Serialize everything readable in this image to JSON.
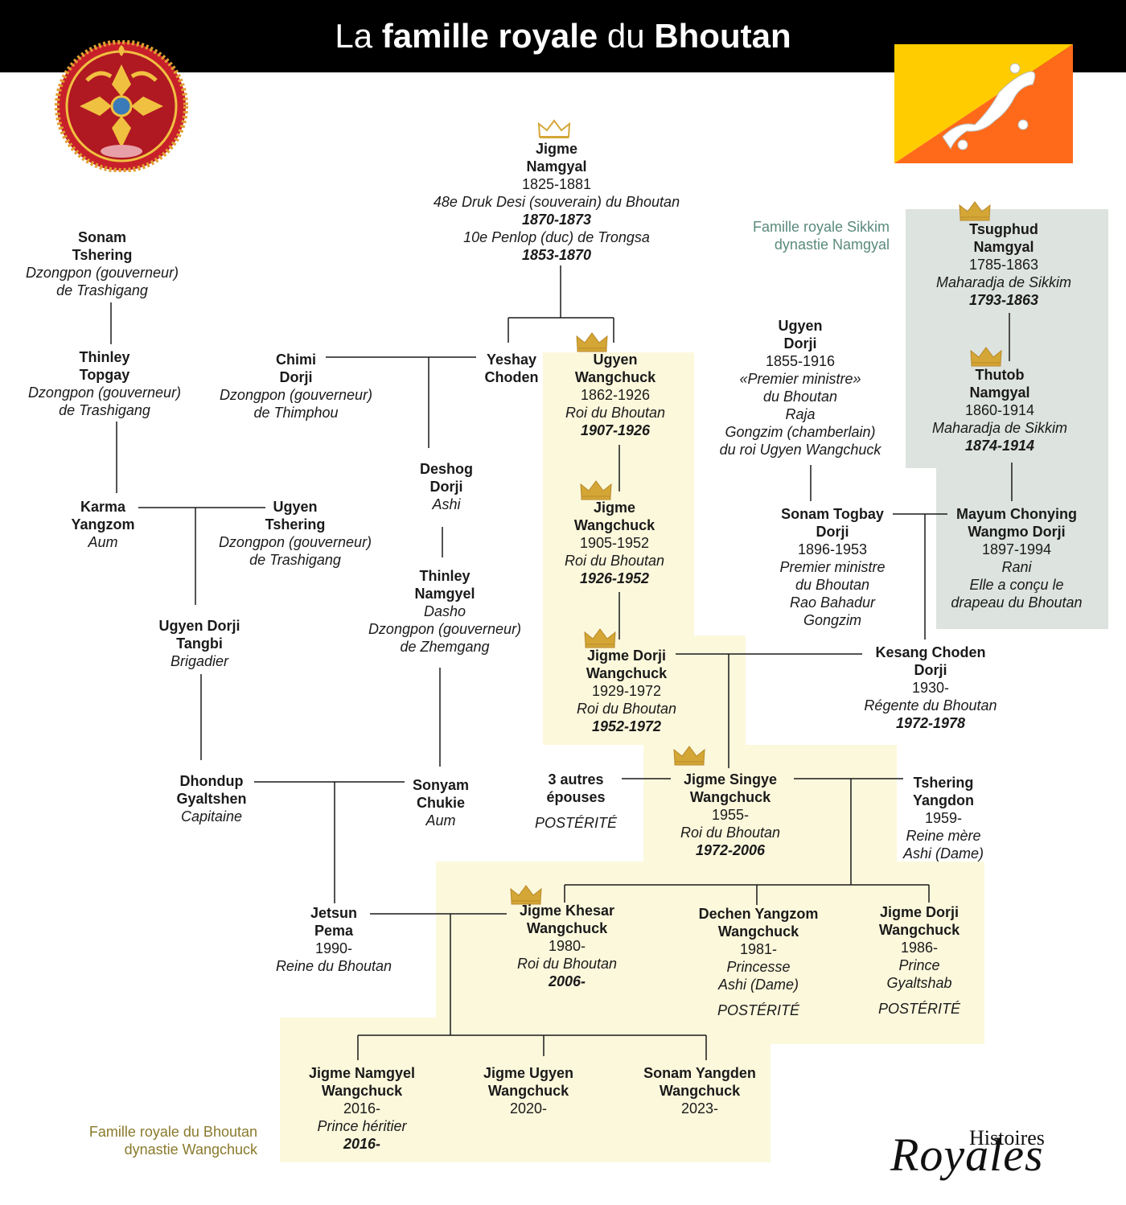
{
  "title": {
    "pre": "La ",
    "b1": "famille royale",
    "mid": " du ",
    "b2": "Bhoutan"
  },
  "legend": {
    "sikkim": [
      "Famille royale Sikkim",
      "dynastie Namgyal"
    ],
    "bhutan": [
      "Famille royale du Bhoutan",
      "dynastie Wangchuck"
    ]
  },
  "logo": {
    "top": "Histoires",
    "bottom": "Royales"
  },
  "colors": {
    "bhutan_zone": "#fcf8dc",
    "sikkim_zone": "#dde3df",
    "crown": "#d4a635",
    "flag_yellow": "#ffcc00",
    "flag_orange": "#ff6a1a"
  },
  "persons": [
    {
      "id": "jigme-namgyal",
      "crown": true,
      "lines": [
        [
          "b",
          "Jigme"
        ],
        [
          "b",
          "Namgyal"
        ],
        [
          "n",
          "1825-1881"
        ],
        [
          "i",
          "48e Druk Desi (souverain) du Bhoutan"
        ],
        [
          "ib",
          "1870-1873"
        ],
        [
          "i",
          "10e Penlop (duc) de Trongsa"
        ],
        [
          "ib",
          "1853-1870"
        ]
      ]
    },
    {
      "id": "sonam-tshering",
      "lines": [
        [
          "b",
          "Sonam"
        ],
        [
          "b",
          "Tshering"
        ],
        [
          "i",
          "Dzongpon (gouverneur)"
        ],
        [
          "i",
          "de Trashigang"
        ]
      ]
    },
    {
      "id": "thinley-topgay",
      "lines": [
        [
          "b",
          "Thinley"
        ],
        [
          "b",
          "Topgay"
        ],
        [
          "i",
          "Dzongpon (gouverneur)"
        ],
        [
          "i",
          "de Trashigang"
        ]
      ]
    },
    {
      "id": "chimi-dorji",
      "lines": [
        [
          "b",
          "Chimi"
        ],
        [
          "b",
          "Dorji"
        ],
        [
          "i",
          "Dzongpon (gouverneur)"
        ],
        [
          "i",
          "de Thimphou"
        ]
      ]
    },
    {
      "id": "yeshay-choden",
      "lines": [
        [
          "b",
          "Yeshay"
        ],
        [
          "b",
          "Choden"
        ]
      ]
    },
    {
      "id": "ugyen-wangchuck",
      "crown": true,
      "lines": [
        [
          "b",
          "Ugyen"
        ],
        [
          "b",
          "Wangchuck"
        ],
        [
          "n",
          "1862-1926"
        ],
        [
          "i",
          "Roi du Bhoutan"
        ],
        [
          "ib",
          "1907-1926"
        ]
      ]
    },
    {
      "id": "ugyen-dorji",
      "lines": [
        [
          "b",
          "Ugyen"
        ],
        [
          "b",
          "Dorji"
        ],
        [
          "n",
          "1855-1916"
        ],
        [
          "i",
          "«Premier ministre»"
        ],
        [
          "i",
          "du Bhoutan"
        ],
        [
          "i",
          "Raja"
        ],
        [
          "i",
          "Gongzim (chamberlain)"
        ],
        [
          "i",
          "du roi Ugyen Wangchuck"
        ]
      ]
    },
    {
      "id": "tsugphud-namgyal",
      "crown": true,
      "lines": [
        [
          "b",
          "Tsugphud"
        ],
        [
          "b",
          "Namgyal"
        ],
        [
          "n",
          "1785-1863"
        ],
        [
          "i",
          "Maharadja de Sikkim"
        ],
        [
          "ib",
          "1793-1863"
        ]
      ]
    },
    {
      "id": "thutob-namgyal",
      "crown": true,
      "lines": [
        [
          "b",
          "Thutob"
        ],
        [
          "b",
          "Namgyal"
        ],
        [
          "n",
          "1860-1914"
        ],
        [
          "i",
          "Maharadja de Sikkim"
        ],
        [
          "ib",
          "1874-1914"
        ]
      ]
    },
    {
      "id": "deshog-dorji",
      "lines": [
        [
          "b",
          "Deshog"
        ],
        [
          "b",
          "Dorji"
        ],
        [
          "i",
          "Ashi"
        ]
      ]
    },
    {
      "id": "karma-yangzom",
      "lines": [
        [
          "b",
          "Karma"
        ],
        [
          "b",
          "Yangzom"
        ],
        [
          "i",
          "Aum"
        ]
      ]
    },
    {
      "id": "ugyen-tshering",
      "lines": [
        [
          "b",
          "Ugyen"
        ],
        [
          "b",
          "Tshering"
        ],
        [
          "i",
          "Dzongpon (gouverneur)"
        ],
        [
          "i",
          "de Trashigang"
        ]
      ]
    },
    {
      "id": "jigme-wangchuck",
      "crown": true,
      "lines": [
        [
          "b",
          "Jigme"
        ],
        [
          "b",
          "Wangchuck"
        ],
        [
          "n",
          "1905-1952"
        ],
        [
          "i",
          "Roi du Bhoutan"
        ],
        [
          "ib",
          "1926-1952"
        ]
      ]
    },
    {
      "id": "sonam-togbay-dorji",
      "lines": [
        [
          "b",
          "Sonam Togbay"
        ],
        [
          "b",
          "Dorji"
        ],
        [
          "n",
          "1896-1953"
        ],
        [
          "i",
          "Premier ministre"
        ],
        [
          "i",
          "du Bhoutan"
        ],
        [
          "i",
          "Rao Bahadur"
        ],
        [
          "i",
          "Gongzim"
        ]
      ]
    },
    {
      "id": "mayum-chonying",
      "lines": [
        [
          "b",
          "Mayum Chonying"
        ],
        [
          "b",
          "Wangmo Dorji"
        ],
        [
          "n",
          "1897-1994"
        ],
        [
          "i",
          "Rani"
        ],
        [
          "i",
          "Elle a conçu le"
        ],
        [
          "i",
          "drapeau du Bhoutan"
        ]
      ]
    },
    {
      "id": "thinley-namgyel",
      "lines": [
        [
          "b",
          "Thinley"
        ],
        [
          "b",
          "Namgyel"
        ],
        [
          "i",
          "Dasho"
        ],
        [
          "i",
          "Dzongpon (gouverneur)"
        ],
        [
          "i",
          "de Zhemgang"
        ]
      ]
    },
    {
      "id": "ugyen-dorji-tangbi",
      "lines": [
        [
          "b",
          "Ugyen Dorji"
        ],
        [
          "b",
          "Tangbi"
        ],
        [
          "i",
          "Brigadier"
        ]
      ]
    },
    {
      "id": "jigme-dorji-wangchuck",
      "crown": true,
      "lines": [
        [
          "b",
          "Jigme Dorji"
        ],
        [
          "b",
          "Wangchuck"
        ],
        [
          "n",
          "1929-1972"
        ],
        [
          "i",
          "Roi du Bhoutan"
        ],
        [
          "ib",
          "1952-1972"
        ]
      ]
    },
    {
      "id": "kesang-choden-dorji",
      "lines": [
        [
          "b",
          "Kesang Choden"
        ],
        [
          "b",
          "Dorji"
        ],
        [
          "n",
          "1930-"
        ],
        [
          "i",
          "Régente du Bhoutan"
        ],
        [
          "ib",
          "1972-1978"
        ]
      ]
    },
    {
      "id": "dhondup-gyaltshen",
      "lines": [
        [
          "b",
          "Dhondup"
        ],
        [
          "b",
          "Gyaltshen"
        ],
        [
          "i",
          "Capitaine"
        ]
      ]
    },
    {
      "id": "sonyam-chukie",
      "lines": [
        [
          "b",
          "Sonyam"
        ],
        [
          "b",
          "Chukie"
        ],
        [
          "i",
          "Aum"
        ]
      ]
    },
    {
      "id": "trois-autres-epouses",
      "lines": [
        [
          "b",
          "3 autres"
        ],
        [
          "b",
          "épouses"
        ],
        [
          "i",
          ""
        ],
        [
          "i",
          "POSTÉRITÉ"
        ]
      ]
    },
    {
      "id": "jigme-singye-wangchuck",
      "crown": true,
      "lines": [
        [
          "b",
          "Jigme Singye"
        ],
        [
          "b",
          "Wangchuck"
        ],
        [
          "n",
          "1955-"
        ],
        [
          "i",
          "Roi du Bhoutan"
        ],
        [
          "ib",
          "1972-2006"
        ]
      ]
    },
    {
      "id": "tshering-yangdon",
      "lines": [
        [
          "b",
          "Tshering"
        ],
        [
          "b",
          "Yangdon"
        ],
        [
          "n",
          "1959-"
        ],
        [
          "i",
          "Reine mère"
        ],
        [
          "i",
          "Ashi (Dame)"
        ]
      ]
    },
    {
      "id": "jetsun-pema",
      "lines": [
        [
          "b",
          "Jetsun"
        ],
        [
          "b",
          "Pema"
        ],
        [
          "n",
          "1990-"
        ],
        [
          "i",
          "Reine du Bhoutan"
        ]
      ]
    },
    {
      "id": "jigme-khesar",
      "crown": true,
      "lines": [
        [
          "b",
          "Jigme Khesar"
        ],
        [
          "b",
          "Wangchuck"
        ],
        [
          "n",
          "1980-"
        ],
        [
          "i",
          "Roi du Bhoutan"
        ],
        [
          "ib",
          "2006-"
        ]
      ]
    },
    {
      "id": "dechen-yangzom",
      "lines": [
        [
          "b",
          "Dechen Yangzom"
        ],
        [
          "b",
          "Wangchuck"
        ],
        [
          "n",
          "1981-"
        ],
        [
          "i",
          "Princesse"
        ],
        [
          "i",
          "Ashi (Dame)"
        ],
        [
          "i",
          ""
        ],
        [
          "i",
          "POSTÉRITÉ"
        ]
      ]
    },
    {
      "id": "jigme-dorji-prince",
      "lines": [
        [
          "b",
          "Jigme Dorji"
        ],
        [
          "b",
          "Wangchuck"
        ],
        [
          "n",
          "1986-"
        ],
        [
          "i",
          "Prince"
        ],
        [
          "i",
          "Gyaltshab"
        ],
        [
          "i",
          ""
        ],
        [
          "i",
          "POSTÉRITÉ"
        ]
      ]
    },
    {
      "id": "jigme-namgyel",
      "lines": [
        [
          "b",
          "Jigme Namgyel"
        ],
        [
          "b",
          "Wangchuck"
        ],
        [
          "n",
          "2016-"
        ],
        [
          "i",
          "Prince héritier"
        ],
        [
          "ib",
          "2016-"
        ]
      ]
    },
    {
      "id": "jigme-ugyen",
      "lines": [
        [
          "b",
          "Jigme Ugyen"
        ],
        [
          "b",
          "Wangchuck"
        ],
        [
          "n",
          "2020-"
        ]
      ]
    },
    {
      "id": "sonam-yangden",
      "lines": [
        [
          "b",
          "Sonam Yangden"
        ],
        [
          "b",
          "Wangchuck"
        ],
        [
          "n",
          "2023-"
        ]
      ]
    }
  ]
}
